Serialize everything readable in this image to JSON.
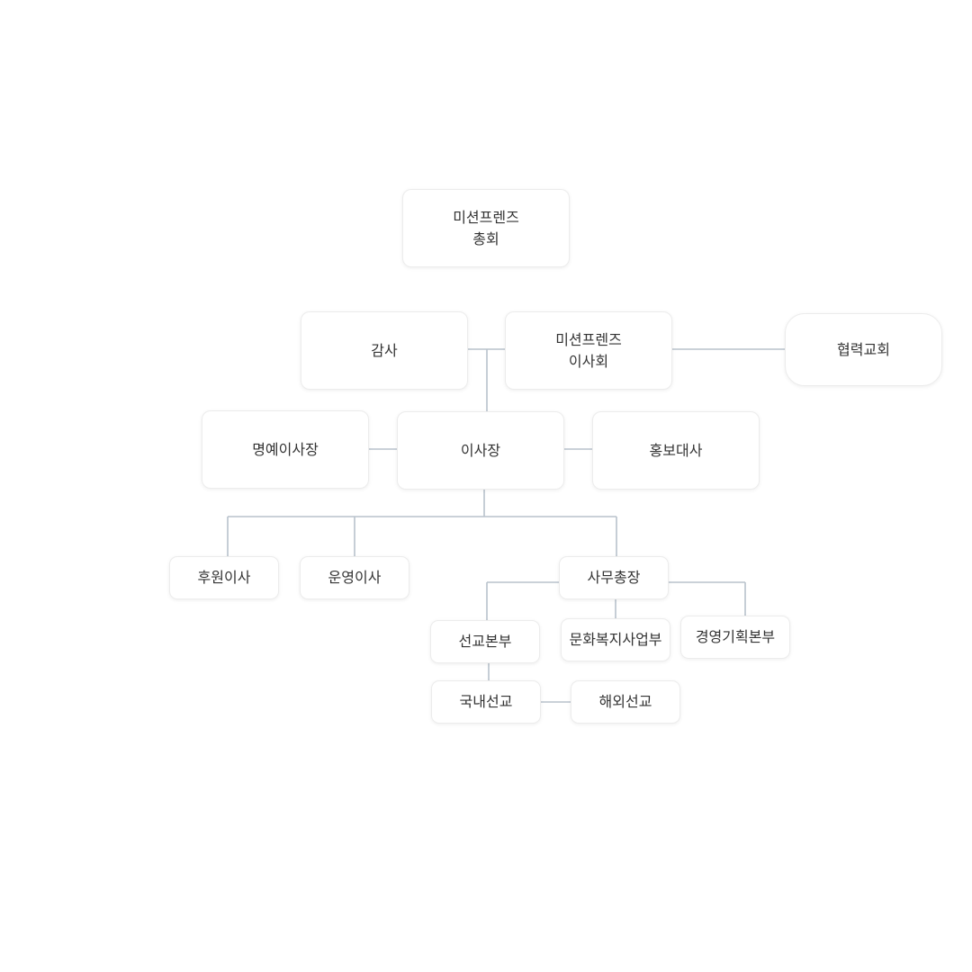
{
  "org_chart": {
    "general_assembly": {
      "line1": "미션프렌즈",
      "line2": "총회"
    },
    "auditor": {
      "label": "감사"
    },
    "board": {
      "line1": "미션프렌즈",
      "line2": "이사회"
    },
    "partner_church": {
      "label": "협력교회"
    },
    "honorary_chair": {
      "label": "명예이사장"
    },
    "chairman": {
      "label": "이사장"
    },
    "ambassador": {
      "label": "홍보대사"
    },
    "sponsor_director": {
      "label": "후원이사"
    },
    "operations_director": {
      "label": "운영이사"
    },
    "secretary_general": {
      "label": "사무총장"
    },
    "mission_hq": {
      "label": "선교본부"
    },
    "culture_welfare": {
      "label": "문화복지사업부"
    },
    "management_hq": {
      "label": "경영기획본부"
    },
    "domestic_mission": {
      "label": "국내선교"
    },
    "overseas_mission": {
      "label": "해외선교"
    }
  },
  "colors": {
    "connector": "#b8c2cc",
    "node_border": "#ececec",
    "text": "#333333",
    "background": "#ffffff"
  }
}
